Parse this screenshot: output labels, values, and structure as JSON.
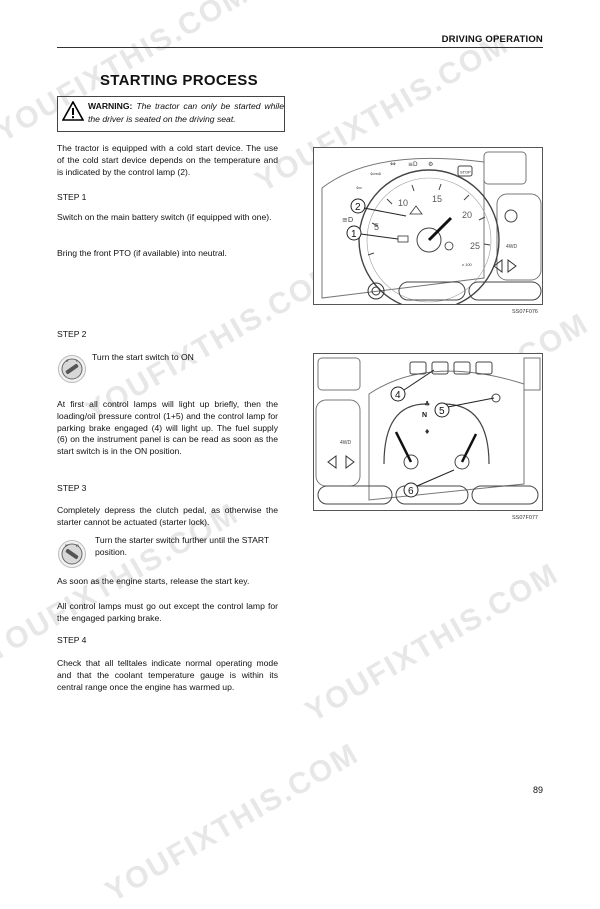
{
  "header": {
    "section": "DRIVING OPERATION"
  },
  "title": "STARTING PROCESS",
  "warning": {
    "label": "WARNING:",
    "text": "The tractor can only be started while the driver is seated on the driving seat."
  },
  "intro": "The tractor is equipped with a cold start device. The use of the cold start device depends on the temperature and is indicated by the control lamp (2).",
  "steps": [
    {
      "heading": "STEP 1",
      "paragraphs": [
        "Switch on the main battery switch (if equipped with one).",
        "Bring the front PTO (if available) into neutral."
      ]
    },
    {
      "heading": "STEP 2",
      "icon_text": "Turn the start switch to ON",
      "paragraphs": [
        "At first all control lamps will light up briefly, then the loading/oil pressure control (1+5) and the control lamp for parking brake engaged (4) will light up. The fuel supply (6) on the instrument panel is can be read as soon as the start switch is in the ON position."
      ]
    },
    {
      "heading": "STEP 3",
      "paragraphs": [
        "Completely depress the clutch pedal, as otherwise the starter cannot be actuated (starter lock)."
      ],
      "icon_text": "Turn the starter switch further until the START position.",
      "after": [
        "As soon as the engine starts, release the start key.",
        "All control lamps must go out except the control lamp for the engaged parking brake."
      ]
    },
    {
      "heading": "STEP 4",
      "paragraphs": [
        "Check that all telltales indicate normal operating mode and that the coolant temperature gauge is within its central range once the engine has warmed up."
      ]
    }
  ],
  "figures": [
    {
      "code": "SS07F076",
      "callouts": [
        "2",
        "1"
      ],
      "dial_labels": [
        "5",
        "10",
        "15",
        "20",
        "25"
      ],
      "small_labels": [
        "x 100",
        "STOP",
        "4WD"
      ]
    },
    {
      "code": "SS07F077",
      "callouts": [
        "4",
        "5",
        "6"
      ],
      "dial_labels": [
        "N"
      ],
      "small_labels": [
        "4WD"
      ]
    }
  ],
  "page_number": "89",
  "watermark": "YOUFIXTHIS.COM"
}
